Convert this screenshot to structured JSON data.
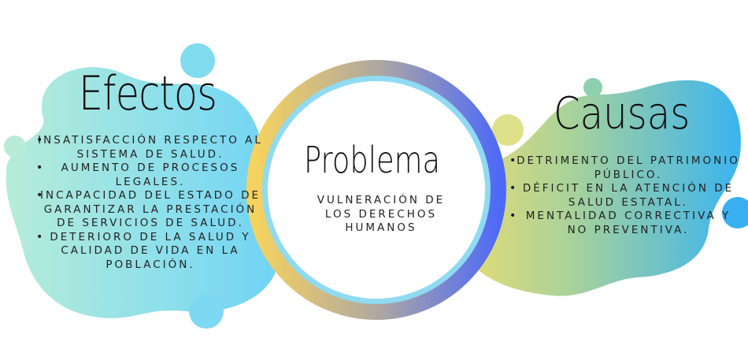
{
  "efectos": {
    "title": "Efectos",
    "items": [
      "Insatisfacción respecto al sistema de salud.",
      "Aumento de procesos legales.",
      "Incapacidad del Estado de garantizar la prestación de servicios de salud.",
      "Deterioro de la salud y calidad de vida en la población."
    ]
  },
  "problema": {
    "title": "Problema",
    "text": "Vulneración de los derechos humanos"
  },
  "causas": {
    "title": "Causas",
    "items": [
      "Detrimento del patrimonio público.",
      "Déficit en la atención de salud estatal.",
      "Mentalidad correctiva y no preventiva."
    ]
  },
  "colors": {
    "teal": "#9fe8d4",
    "sky": "#7dd8f3",
    "blue": "#5e7bf5",
    "yellow": "#f5d66a",
    "green": "#8ecfae"
  }
}
